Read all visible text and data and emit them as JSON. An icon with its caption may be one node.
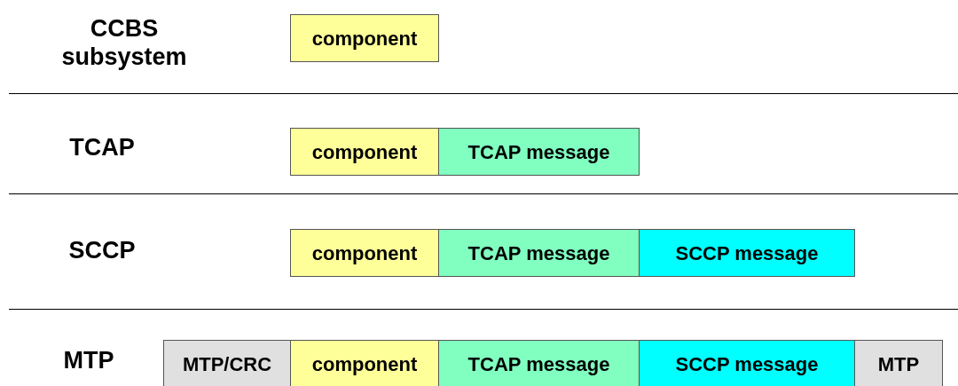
{
  "diagram": {
    "nodes": [
      {
        "text": [
          "component"
        ]
      },
      {
        "text": [
          "component"
        ]
      },
      {
        "text": [
          "TCAP message"
        ]
      },
      {
        "text": [
          "component"
        ]
      },
      {
        "text": [
          "TCAP message"
        ]
      },
      {
        "text": [
          "SCCP message"
        ]
      },
      {
        "text": [
          "MTP/CRC"
        ]
      },
      {
        "text": [
          "component"
        ]
      },
      {
        "text": [
          "TCAP message"
        ]
      },
      {
        "text": [
          "SCCP message"
        ]
      },
      {
        "text": [
          "MTP"
        ]
      }
    ],
    "labels": [
      "CCBS subsystem",
      "TCAP",
      "SCCP",
      "MTP"
    ]
  }
}
